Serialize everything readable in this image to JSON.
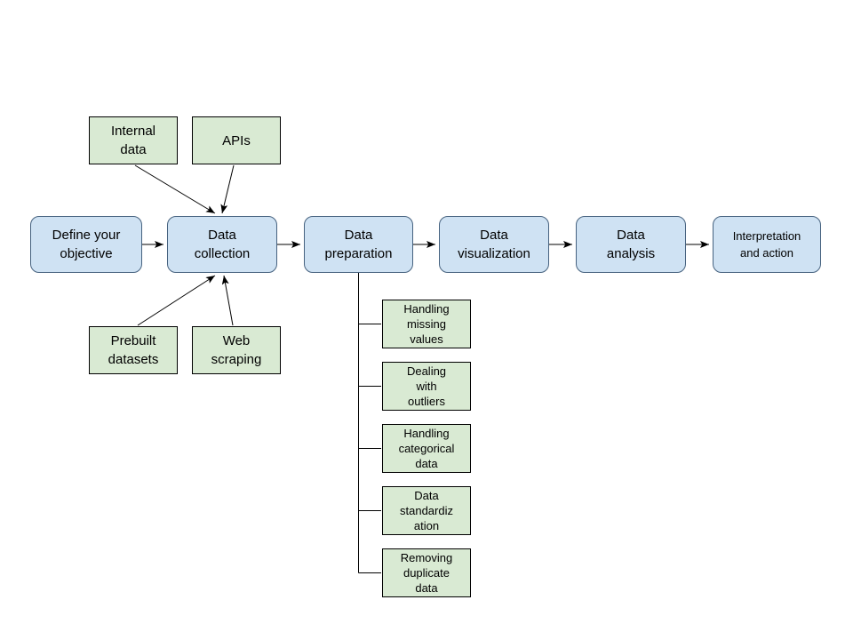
{
  "diagram": {
    "type": "flowchart",
    "colors": {
      "background": "#ffffff",
      "process_fill": "#cfe2f3",
      "process_border": "#46627f",
      "source_fill": "#d9ead3",
      "source_border": "#000000",
      "connector": "#000000"
    },
    "main_flow": [
      {
        "label": "Define your\nobjective"
      },
      {
        "label": "Data\ncollection"
      },
      {
        "label": "Data\npreparation"
      },
      {
        "label": "Data\nvisualization"
      },
      {
        "label": "Data\nanalysis"
      },
      {
        "label": "Interpretation\nand action"
      }
    ],
    "collection_sources_top": [
      {
        "label": "Internal\ndata"
      },
      {
        "label": "APIs"
      }
    ],
    "collection_sources_bottom": [
      {
        "label": "Prebuilt\ndatasets"
      },
      {
        "label": "Web\nscraping"
      }
    ],
    "preparation_steps": [
      {
        "label": "Handling\nmissing\nvalues"
      },
      {
        "label": "Dealing\nwith\noutliers"
      },
      {
        "label": "Handling\ncategorical\ndata"
      },
      {
        "label": "Data\nstandardiz\nation"
      },
      {
        "label": "Removing\nduplicate\ndata"
      }
    ]
  }
}
